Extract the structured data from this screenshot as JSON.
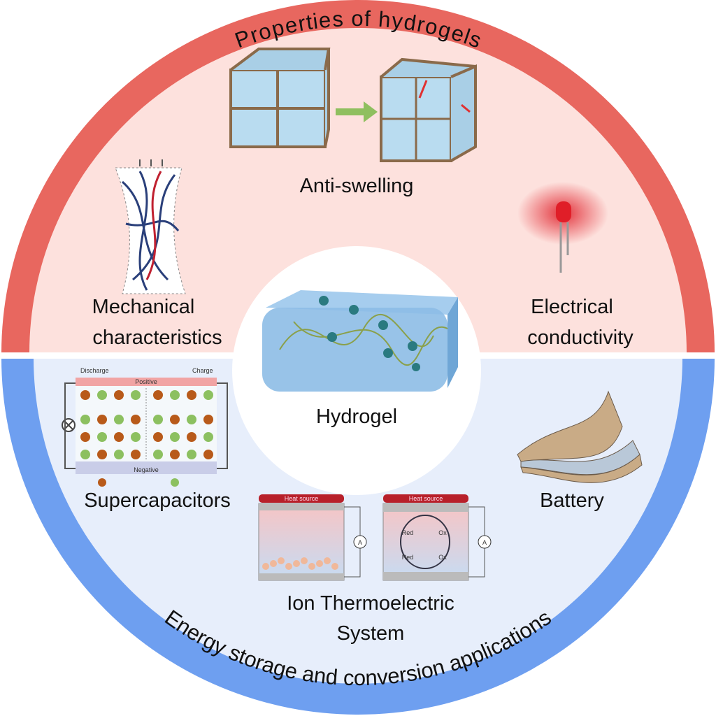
{
  "title_top": "Properties of hydrogels",
  "title_bottom": "Energy storage and conversion applications",
  "center": {
    "label": "Hydrogel"
  },
  "properties": {
    "anti_swelling": "Anti-swelling",
    "mechanical": [
      "Mechanical",
      "characteristics"
    ],
    "electrical": [
      "Electrical",
      "conductivity"
    ]
  },
  "applications": {
    "supercapacitors": "Supercapacitors",
    "battery": "Battery",
    "thermoelectric": [
      "Ion Thermoelectric",
      "System"
    ]
  },
  "supercap_diagram": {
    "discharge": "Discharge",
    "charge": "Charge",
    "positive": "Positive",
    "negative": "Negative"
  },
  "thermo_diagram": {
    "heat_source": "Heat source",
    "ammeter": "A",
    "red": "Red",
    "ox": "Ox"
  },
  "colors": {
    "top_ring": "#e8675f",
    "top_fill": "#fde1dd",
    "bottom_ring": "#6e9ff0",
    "bottom_fill": "#e7eefb"
  }
}
